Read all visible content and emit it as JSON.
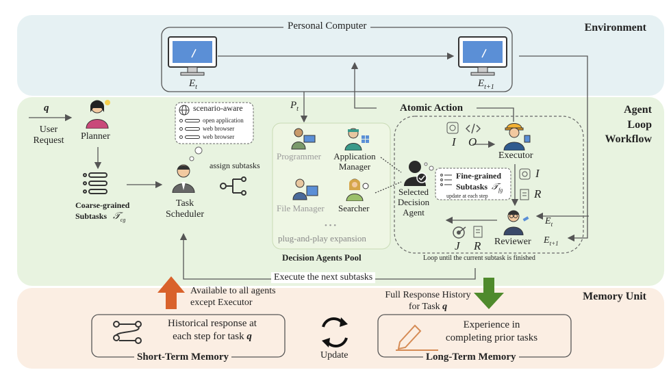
{
  "sections": {
    "environment": "Environment",
    "agent_loop": [
      "Agent",
      "Loop",
      "Workflow"
    ],
    "memory_unit": "Memory Unit"
  },
  "environment": {
    "personal_computer": "Personal Computer",
    "screen_t": "E",
    "screen_t_sub": "t",
    "screen_t1": "E",
    "screen_t1_sub": "t+1",
    "pt": "P",
    "pt_sub": "t"
  },
  "planner": {
    "q": "q",
    "user_request": [
      "User",
      "Request"
    ],
    "label": "Planner",
    "coarse": [
      "Coarse-grained",
      "Subtasks"
    ],
    "tcg": "𝒯",
    "tcg_sub": "cg"
  },
  "scheduler": {
    "bubble_title": "scenario-aware",
    "bubble_items": [
      "open application",
      "web browser",
      "web browser"
    ],
    "label": [
      "Task",
      "Scheduler"
    ],
    "assign": "assign subtasks"
  },
  "pool": {
    "title": "Decision Agents Pool",
    "agents": [
      "Programmer",
      "Application",
      "Manager",
      "File Manager",
      "Searcher"
    ],
    "dots": "• • •",
    "expansion": "plug-and-play expansion"
  },
  "atomic": {
    "title": "Atomic Action",
    "io_i": "I",
    "io_o": "O",
    "executor": "Executor",
    "selected": [
      "Selected",
      "Decision",
      "Agent"
    ],
    "fine": [
      "Fine-grained",
      "Subtasks"
    ],
    "tfg": "𝒯",
    "tfg_sub": "fg",
    "update": "update at each step",
    "exec_i": "I",
    "exec_r": "R",
    "reviewer": "Reviewer",
    "rev_j": "J",
    "rev_r": "R",
    "et": "E",
    "et_sub": "t",
    "et1": "E",
    "et1_sub": "t+1",
    "loop_note": "Loop until the current subtask is finished"
  },
  "next": "Execute the next subtasks",
  "memory": {
    "available": [
      "Available to all agents",
      "except Executor"
    ],
    "full_history": [
      "Full Response History",
      "for Task"
    ],
    "full_history_q": "q",
    "short_text": [
      "Historical response at",
      "each step for task"
    ],
    "short_q": "q",
    "short_title": "Short-Term Memory",
    "update": "Update",
    "long_text": [
      "Experience in",
      "completing prior tasks"
    ],
    "long_title": "Long-Term Memory"
  },
  "colors": {
    "env_bg": "#e6f1f3",
    "agent_bg": "#e8f3e0",
    "memory_bg": "#fbeee3",
    "pool_bg": "#eef6e4",
    "orange_arrow": "#d9622b",
    "green_arrow": "#4f8a2c",
    "monitor_blue": "#5b8fd6"
  }
}
